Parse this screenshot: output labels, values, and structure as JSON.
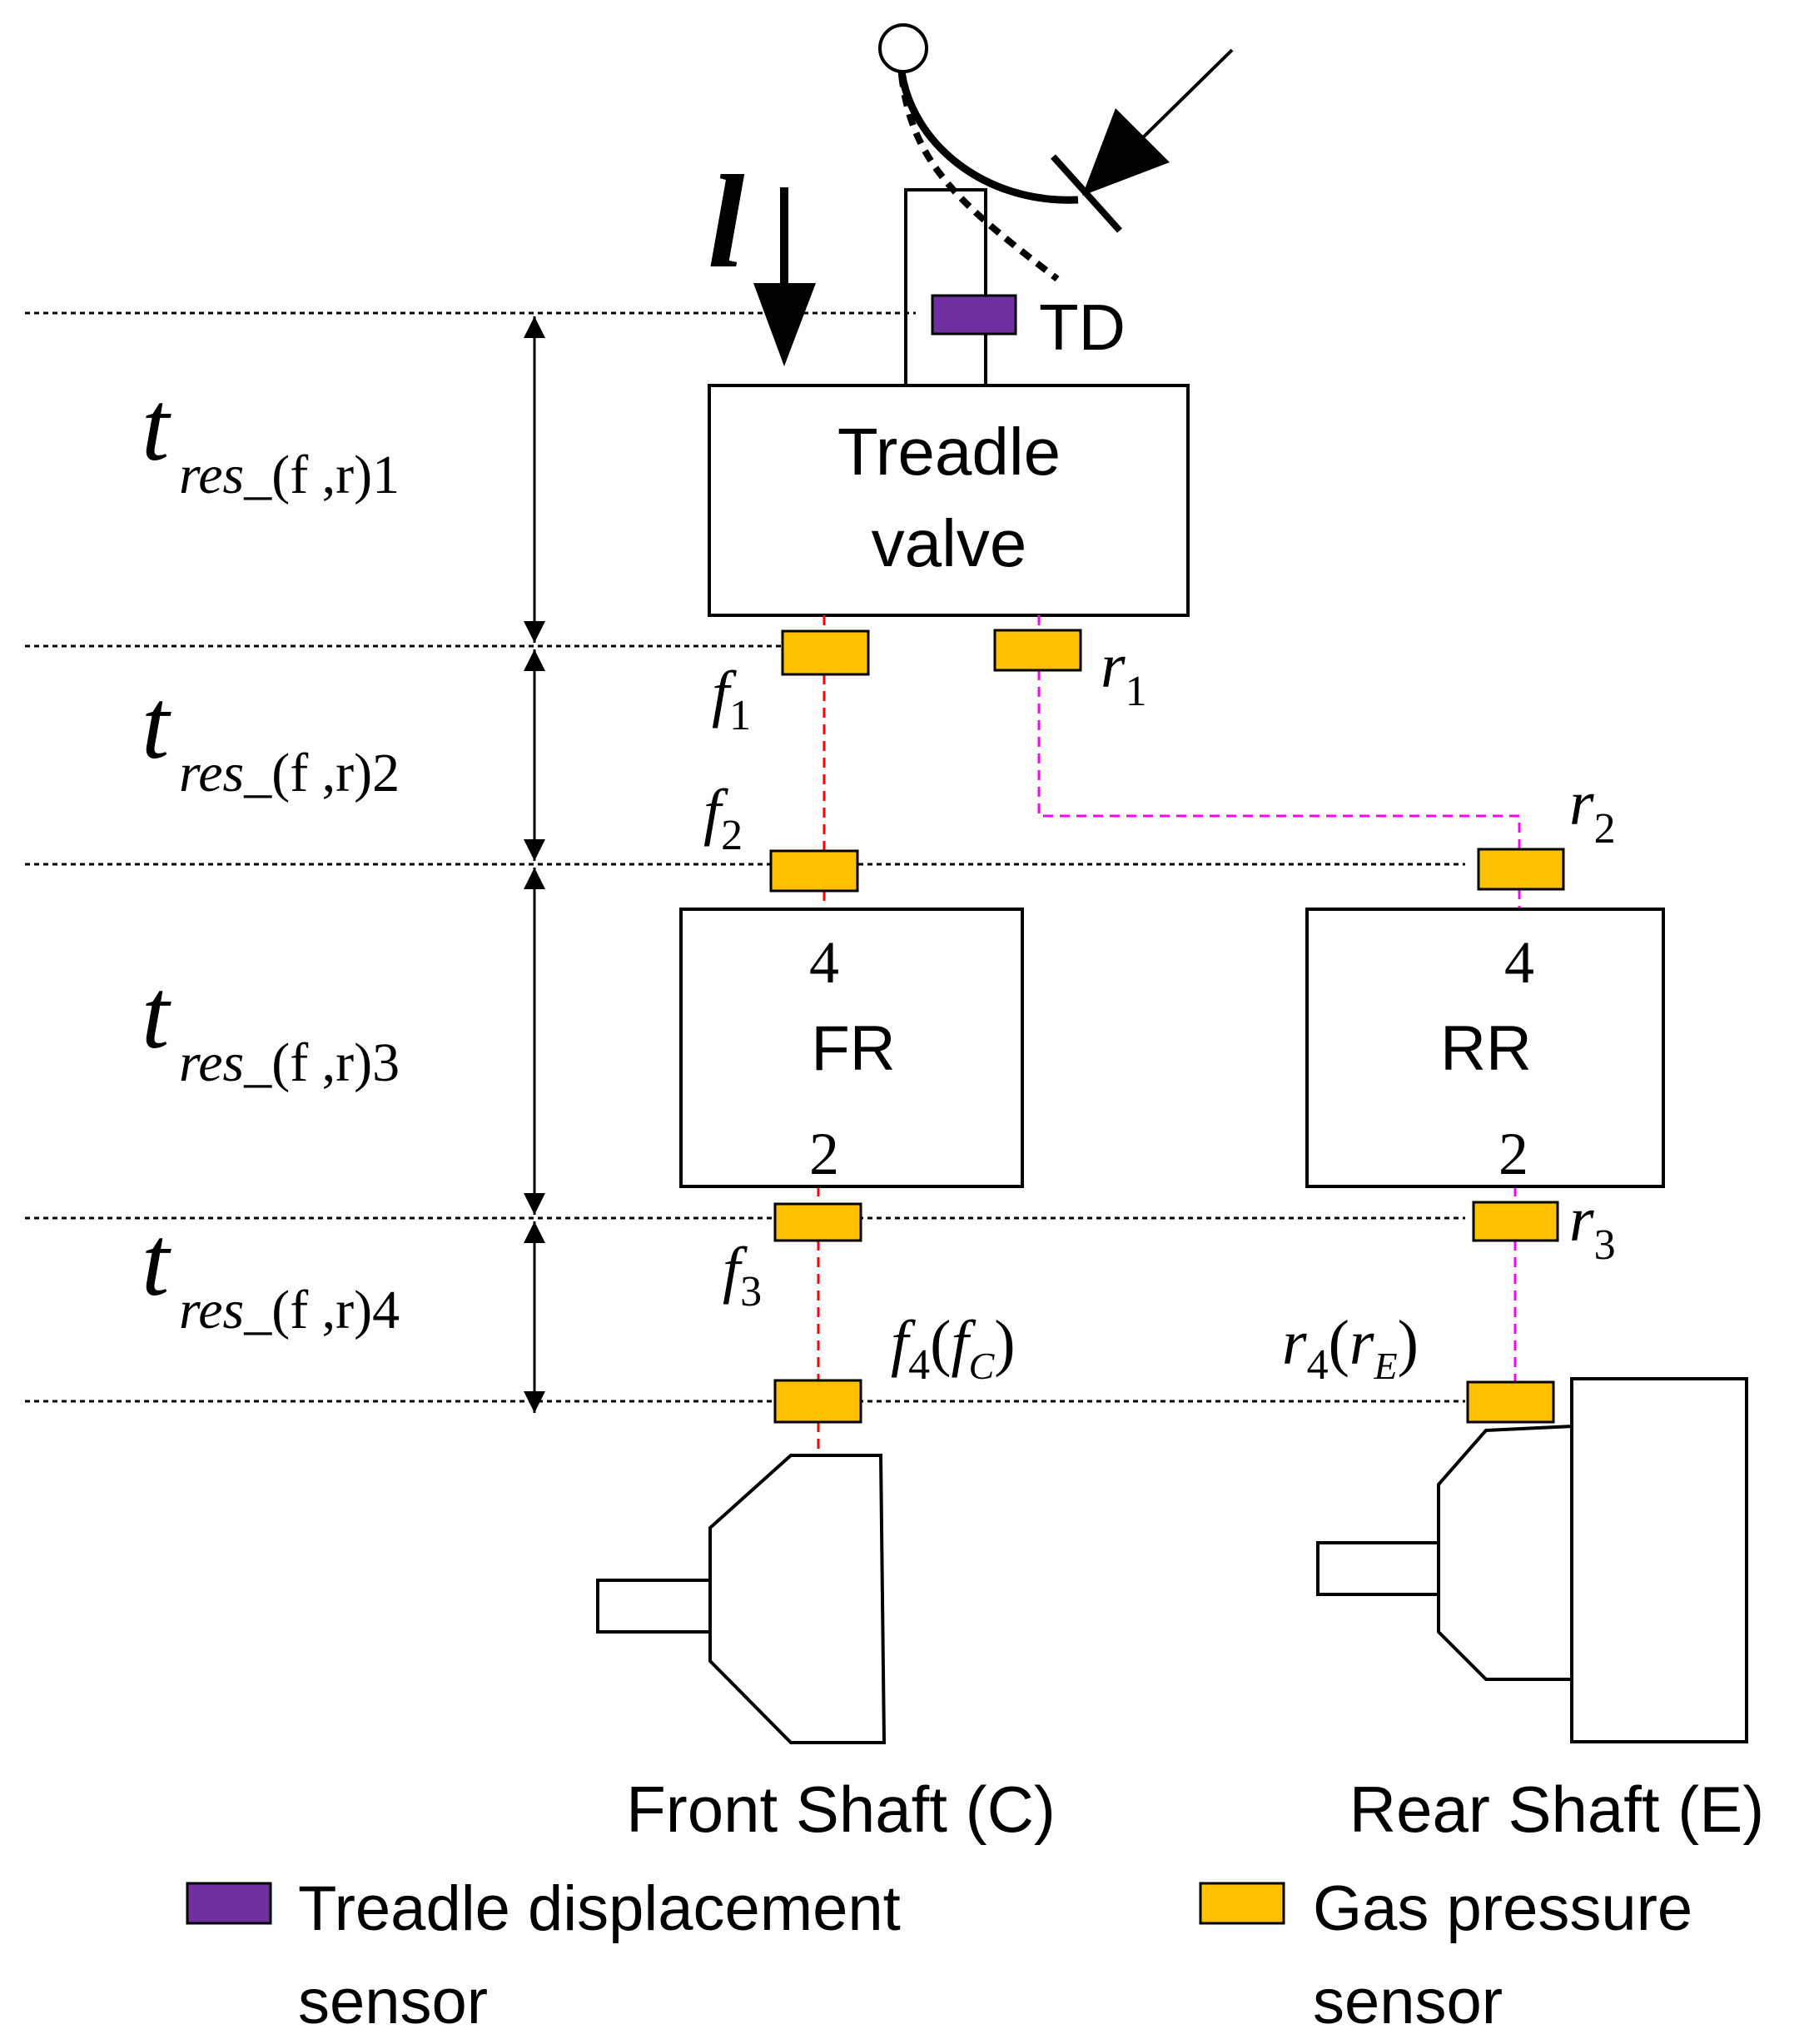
{
  "labels": {
    "td": "TD",
    "treadle_line1": "Treadle",
    "treadle_line2": "valve",
    "fr": "FR",
    "rr": "RR",
    "port_in": "4",
    "port_out": "2",
    "front_shaft": "Front Shaft (C)",
    "rear_shaft": "Rear Shaft (E)",
    "force": "l"
  },
  "time_intervals": [
    {
      "t": "t",
      "sub": "res",
      "pair": "_(f ,r)",
      "idx": "1"
    },
    {
      "t": "t",
      "sub": "res",
      "pair": "_(f ,r)",
      "idx": "2"
    },
    {
      "t": "t",
      "sub": "res",
      "pair": "_(f ,r)",
      "idx": "3"
    },
    {
      "t": "t",
      "sub": "res",
      "pair": "_(f ,r)",
      "idx": "4"
    }
  ],
  "sensors": {
    "f1": {
      "base": "f",
      "idx": "1"
    },
    "f2": {
      "base": "f",
      "idx": "2"
    },
    "f3": {
      "base": "f",
      "idx": "3"
    },
    "f4": {
      "base": "f",
      "idx": "4",
      "paren_base": "f",
      "paren_sub": "C"
    },
    "r1": {
      "base": "r",
      "idx": "1"
    },
    "r2": {
      "base": "r",
      "idx": "2"
    },
    "r3": {
      "base": "r",
      "idx": "3"
    },
    "r4": {
      "base": "r",
      "idx": "4",
      "paren_base": "r",
      "paren_sub": "E"
    }
  },
  "legend": {
    "treadle_line1": "Treadle displacement",
    "treadle_line2": "sensor",
    "gas_line1": "Gas pressure",
    "gas_line2": "sensor"
  },
  "colors": {
    "treadle_sensor": "#7030A0",
    "gas_sensor": "#FFC000",
    "front_line": "#FF0000",
    "rear_line": "#FF00FF"
  }
}
